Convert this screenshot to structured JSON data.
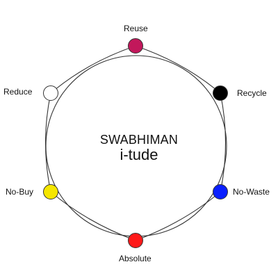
{
  "center": {
    "title": "SWABHIMAN",
    "subtitle": "i-tude"
  },
  "nodes": [
    {
      "label": "Reuse",
      "color": "#c2185b"
    },
    {
      "label": "Recycle",
      "color": "#000000"
    },
    {
      "label": "No-Waste",
      "color": "#0a1fff"
    },
    {
      "label": "Absolute",
      "color": "#ff1a1a"
    },
    {
      "label": "No-Buy",
      "color": "#f5e600"
    },
    {
      "label": "Reduce",
      "color": "#ffffff"
    }
  ]
}
